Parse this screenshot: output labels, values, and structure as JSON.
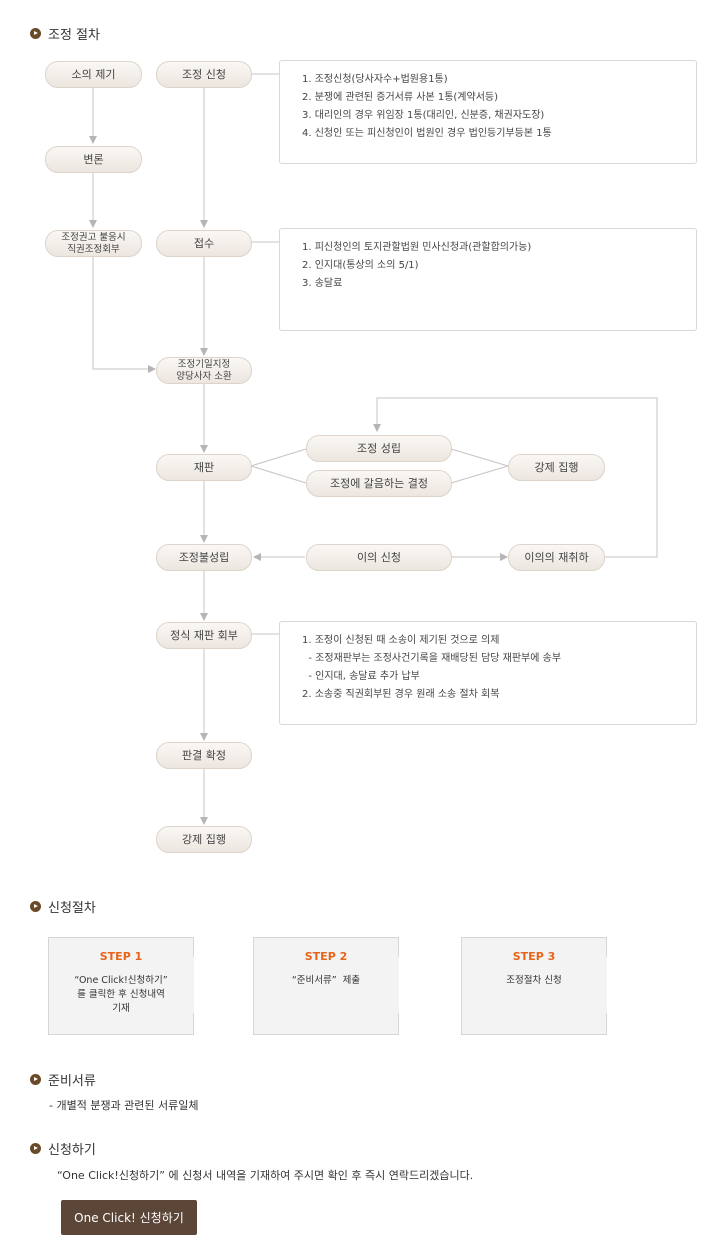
{
  "sections": {
    "process_title": "조정 절차",
    "apply_process_title": "신청절차",
    "documents_title": "준비서류",
    "apply_title": "신청하기"
  },
  "flow": {
    "n_filing": "소의 제기",
    "n_answer": "변론",
    "n_recommend": "조정권고 불응시\n직권조정회부",
    "n_apply": "조정 신청",
    "n_receipt": "접수",
    "n_date": "조정기일지정\n양당사자 소환",
    "n_trial": "재판",
    "n_success": "조정 성립",
    "n_decision": "조정에 갈음하는 결정",
    "n_enforce1": "강제 집행",
    "n_fail": "조정불성립",
    "n_objection": "이의 신청",
    "n_withdraw": "이의의 재취하",
    "n_formal": "정식 재판 회부",
    "n_judgment": "판결 확정",
    "n_enforce2": "강제 집행"
  },
  "notes": {
    "apply": [
      "1. 조정신청(당사자수+법원용1통)",
      "2. 분쟁에 관련된 증거서류 사본 1통(계약서등)",
      "3. 대리인의 경우 위임장 1통(대리인, 신분증, 채권자도장)",
      "4. 신청인 또는 피신청인이 법원인 경우 법인등기부등본 1통"
    ],
    "receipt": [
      "1. 피신청인의 토지관할법원 민사신청과(관할합의가능)",
      "2. 인지대(통상의 소의 5/1)",
      "3. 송달료"
    ],
    "formal": [
      "1. 조정이 신청된 때 소송이 제기된 것으로 의제",
      "  - 조정재판부는 조정사건기록을 재배당된 담당 재판부에 송부",
      "  - 인지대, 송달료 추가 납부",
      "2. 소송중 직권회부된 경우 원래 소송 절차 회복"
    ]
  },
  "steps": [
    {
      "title": "STEP 1",
      "desc": "“One Click!신청하기”\n를 클릭한 후 신청내역\n기재"
    },
    {
      "title": "STEP 2",
      "desc": "“준비서류”  제출"
    },
    {
      "title": "STEP 3",
      "desc": "조정절차 신청"
    }
  ],
  "documents_text": "- 개별적 분쟁과 관련된 서류일체",
  "apply_text": "“One Click!신청하기” 에 신청서 내역을 기재하여 주시면 확인 후 즉시 연락드리겠습니다.",
  "apply_button": "One Click! 신청하기",
  "colors": {
    "accent": "#e8641b",
    "button": "#5c4638",
    "bullet": "#6b4a2a"
  }
}
